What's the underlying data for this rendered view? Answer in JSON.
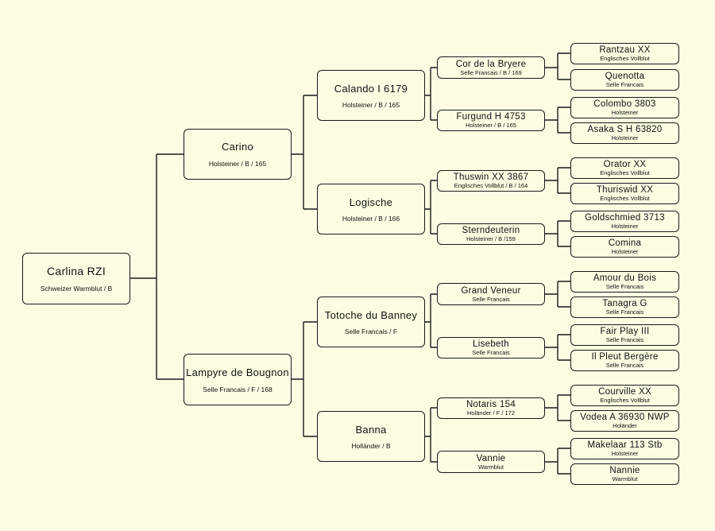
{
  "pedigree": {
    "root": {
      "name": "Carlina RZI",
      "info": "Schweizer Warmblut / B"
    },
    "sire": {
      "name": "Carino",
      "info": "Holsteiner / B / 165"
    },
    "dam": {
      "name": "Lampyre de Bougnon",
      "info": "Selle Francais / F / 168"
    },
    "ss": {
      "name": "Calando I 6179",
      "info": "Holsteiner / B / 165"
    },
    "sd": {
      "name": "Logische",
      "info": "Holsteiner / B / 166"
    },
    "ds": {
      "name": "Totoche du Banney",
      "info": "Selle Francais / F"
    },
    "dd": {
      "name": "Banna",
      "info": "Holländer / B"
    },
    "sss": {
      "name": "Cor de la Bryere",
      "info": "Selle Francais / B / 169"
    },
    "ssd": {
      "name": "Furgund H 4753",
      "info": "Holsteiner / B / 165"
    },
    "sds": {
      "name": "Thuswin XX 3867",
      "info": "Englisches Vollblut / B / 164"
    },
    "sdd": {
      "name": "Sterndeuterin",
      "info": "Holsteiner / B /159"
    },
    "dss": {
      "name": "Grand Veneur",
      "info": "Selle Francais"
    },
    "dsd": {
      "name": "Lisebeth",
      "info": "Selle Francais"
    },
    "dds": {
      "name": "Notaris 154",
      "info": "Holänder / F / 172"
    },
    "ddd": {
      "name": "Vannie",
      "info": "Warmblut"
    },
    "ssss": {
      "name": "Rantzau XX",
      "info": "Englisches Vollblut"
    },
    "sssd": {
      "name": "Quenotta",
      "info": "Selle Francais"
    },
    "ssds": {
      "name": "Colombo 3803",
      "info": "Holsteiner"
    },
    "ssdd": {
      "name": "Asaka S H 63820",
      "info": "Holsteiner"
    },
    "sdss": {
      "name": "Orator XX",
      "info": "Englisches Vollblut"
    },
    "sdsd": {
      "name": "Thuriswid XX",
      "info": "Englisches Vollblut"
    },
    "sdds": {
      "name": "Goldschmied 3713",
      "info": "Holsteiner"
    },
    "sddd": {
      "name": "Comina",
      "info": "Holsteiner"
    },
    "dsss": {
      "name": "Amour du Bois",
      "info": "Selle Francais"
    },
    "dssd": {
      "name": "Tanagra G",
      "info": "Selle Francais"
    },
    "dsds": {
      "name": "Fair Play III",
      "info": "Selle Francais"
    },
    "dsdd": {
      "name": "Il Pleut Bergère",
      "info": "Selle Francais"
    },
    "ddss": {
      "name": "Courville XX",
      "info": "Englisches Vollblut"
    },
    "ddsd": {
      "name": "Vodea A 36930 NWP",
      "info": "Holänder"
    },
    "ddds": {
      "name": "Makelaar 113 Stb",
      "info": "Holsteiner"
    },
    "dddd": {
      "name": "Nannie",
      "info": "Warmblut"
    }
  }
}
